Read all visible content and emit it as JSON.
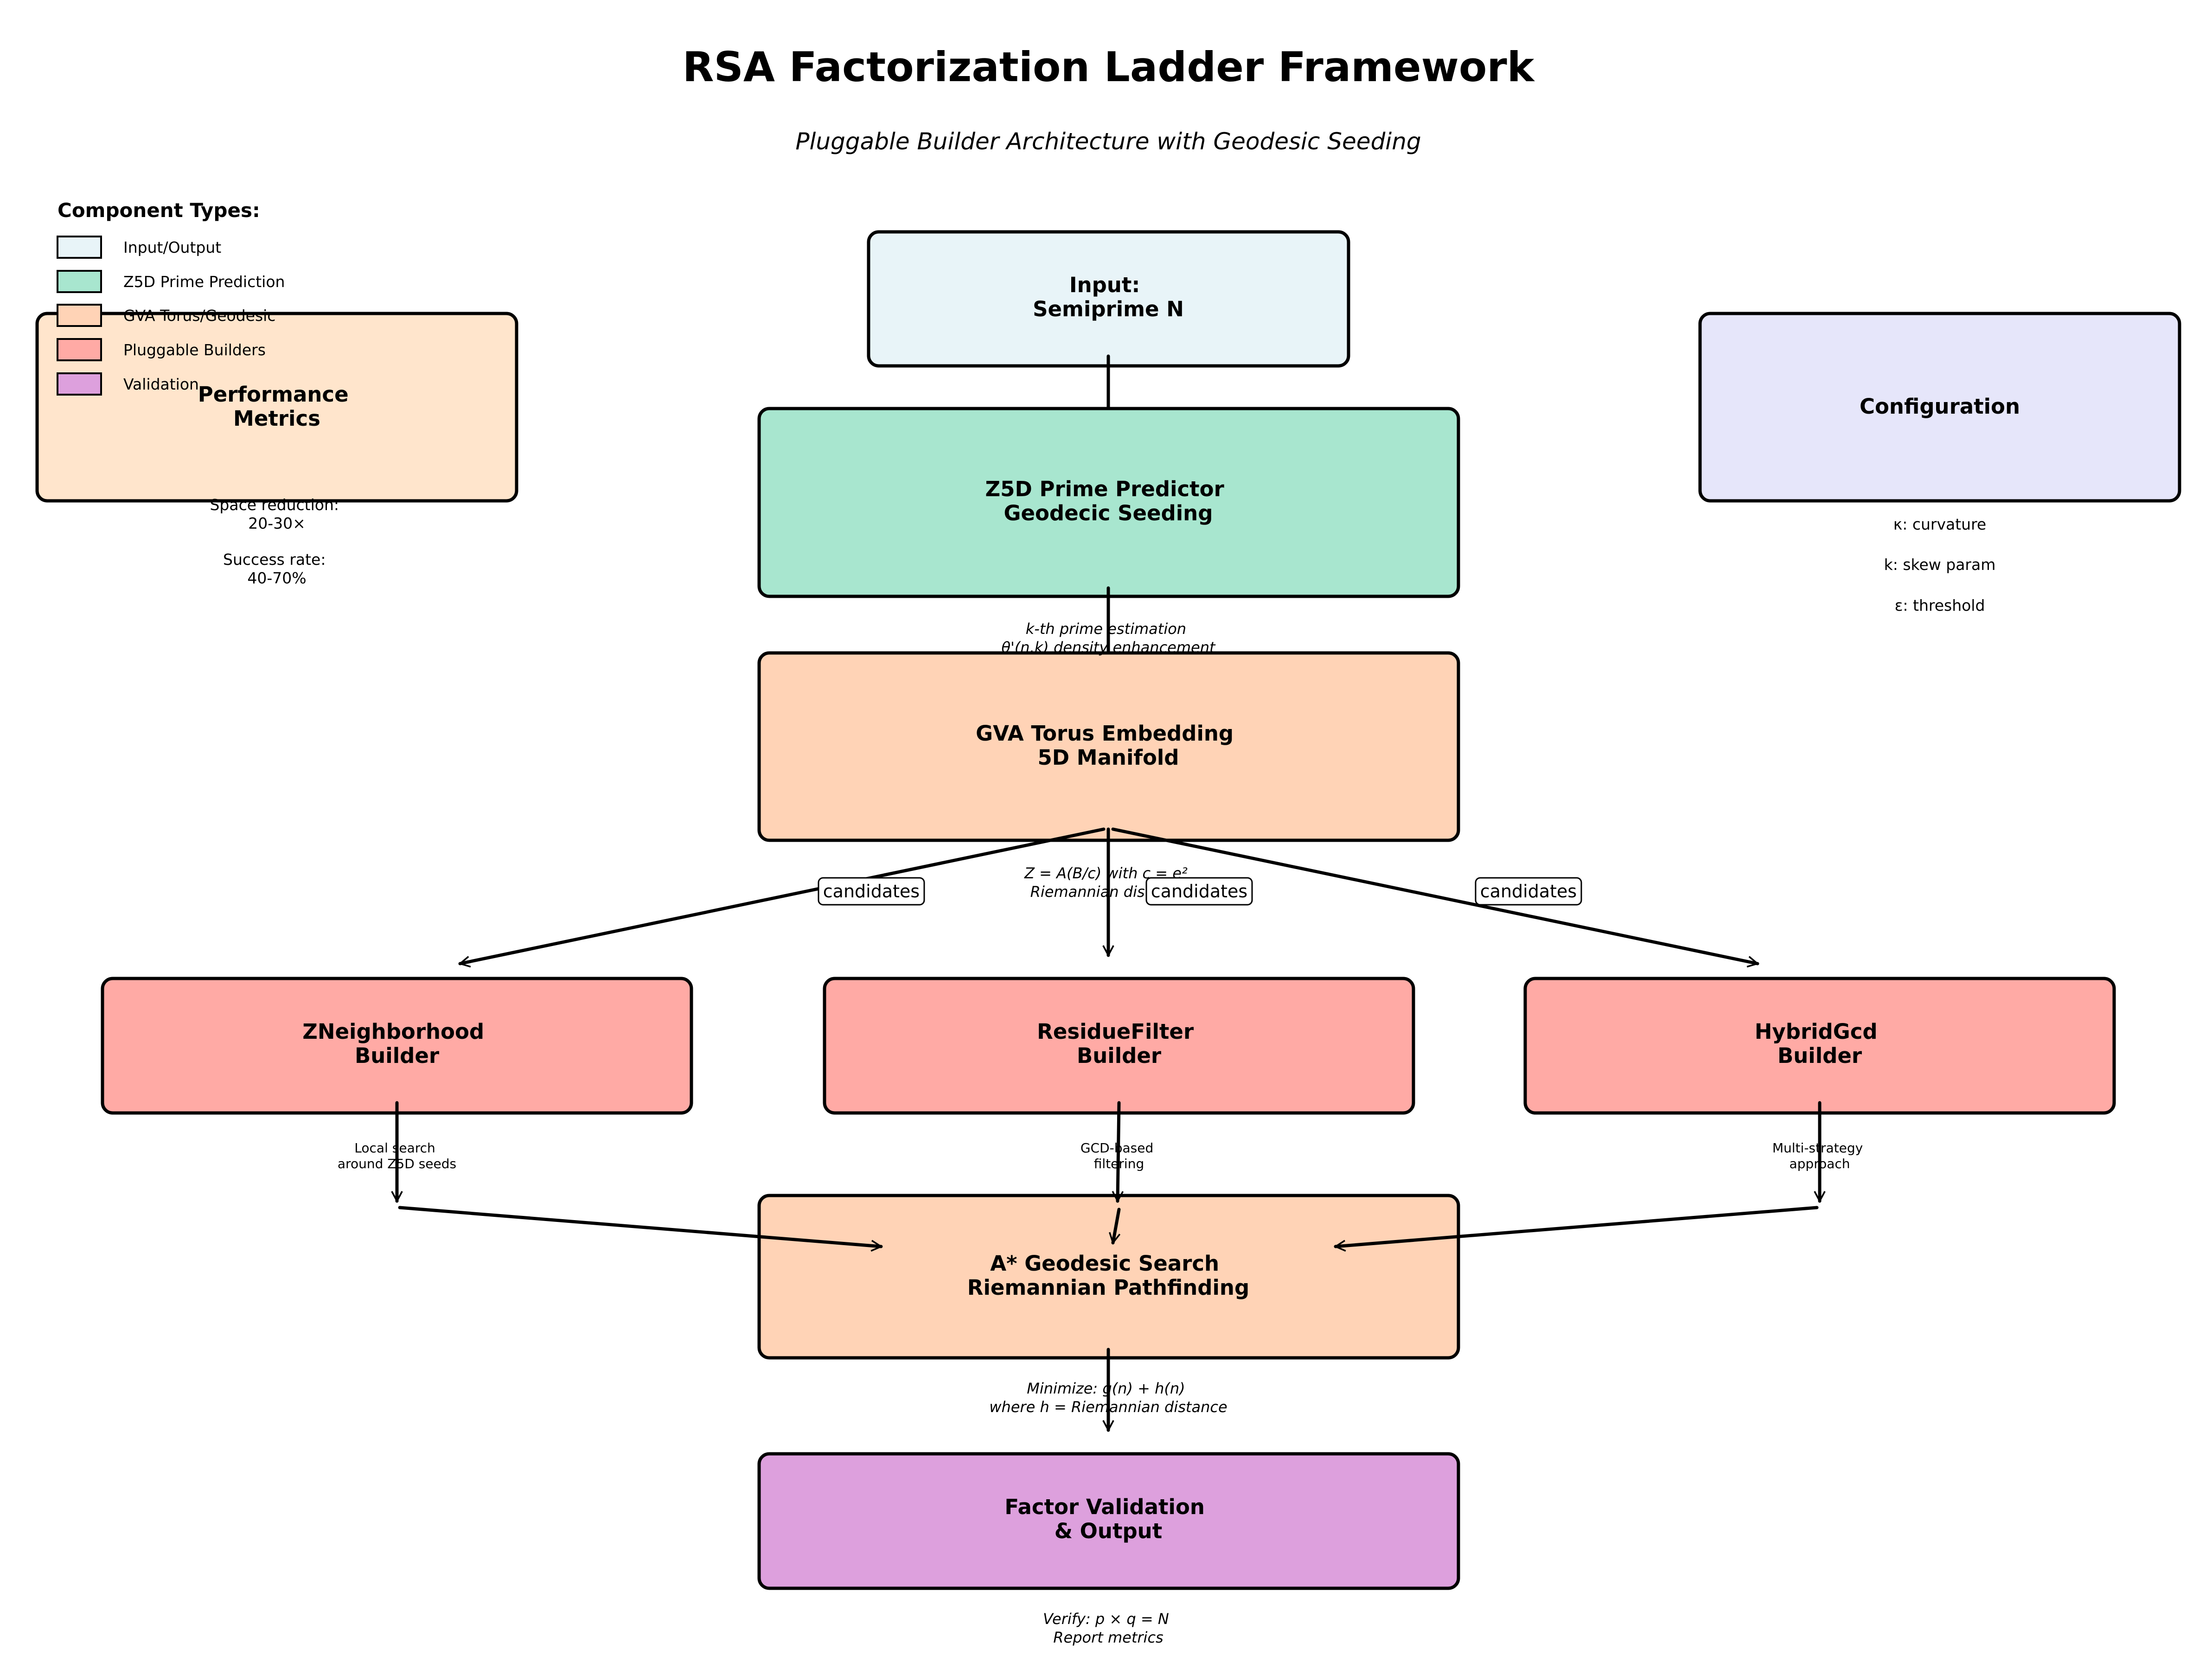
{
  "title": "RSA Factorization Ladder Framework",
  "subtitle": "Pluggable Builder Architecture with Geodesic Seeding",
  "colors": {
    "input_output": "#e8f4f8",
    "z5d": "#a8e6cf",
    "gva": "#ffd3b6",
    "builders": "#ffaaa5",
    "validation": "#dda0dd",
    "performance": "#ffe5cc",
    "configuration": "#e6e6fa"
  },
  "legend": {
    "title": "Component Types:",
    "items": [
      {
        "label": "Input/Output",
        "color": "#e8f4f8"
      },
      {
        "label": "Z5D Prime Prediction",
        "color": "#a8e6cf"
      },
      {
        "label": "GVA Torus/Geodesic",
        "color": "#ffd3b6"
      },
      {
        "label": "Pluggable Builders",
        "color": "#ffaaa5"
      },
      {
        "label": "Validation",
        "color": "#dda0dd"
      }
    ]
  },
  "nodes": {
    "input": {
      "lines": [
        "Input:",
        "Semiprime N"
      ]
    },
    "z5d": {
      "lines": [
        "Z5D Prime Predictor",
        "Geodecic Seeding"
      ],
      "note": [
        "k-th prime estimation",
        "θ'(n,k) density enhancement"
      ]
    },
    "gva": {
      "lines": [
        "GVA Torus Embedding",
        "5D Manifold"
      ],
      "note": [
        "Z = A(B/c) with c = e²",
        "Riemannian distance"
      ]
    },
    "zneighborhood": {
      "lines": [
        "ZNeighborhood",
        "Builder"
      ],
      "note": [
        "Local search",
        "around Z5D seeds"
      ]
    },
    "residuefilter": {
      "lines": [
        "ResidueFilter",
        "Builder"
      ],
      "note": [
        "GCD-based",
        "filtering"
      ]
    },
    "hybridgcd": {
      "lines": [
        "HybridGcd",
        "Builder"
      ],
      "note": [
        "Multi-strategy",
        "approach"
      ]
    },
    "astar": {
      "lines": [
        "A* Geodesic Search",
        "Riemannian Pathfinding"
      ],
      "note": [
        "Minimize: g(n) + h(n)",
        "where h = Riemannian distance"
      ]
    },
    "validation": {
      "lines": [
        "Factor Validation",
        "& Output"
      ],
      "note": [
        "Verify: p × q = N",
        "Report metrics"
      ]
    }
  },
  "edge_labels": [
    "candidates",
    "candidates",
    "candidates"
  ],
  "performance": {
    "lines": [
      "Performance",
      "Metrics"
    ],
    "stats": [
      [
        "Space reduction:",
        "20-30×"
      ],
      [
        "Success rate:",
        "40-70%"
      ]
    ]
  },
  "configuration": {
    "label": "Configuration",
    "params": [
      "κ: curvature",
      "k: skew param",
      "ε: threshold"
    ]
  }
}
